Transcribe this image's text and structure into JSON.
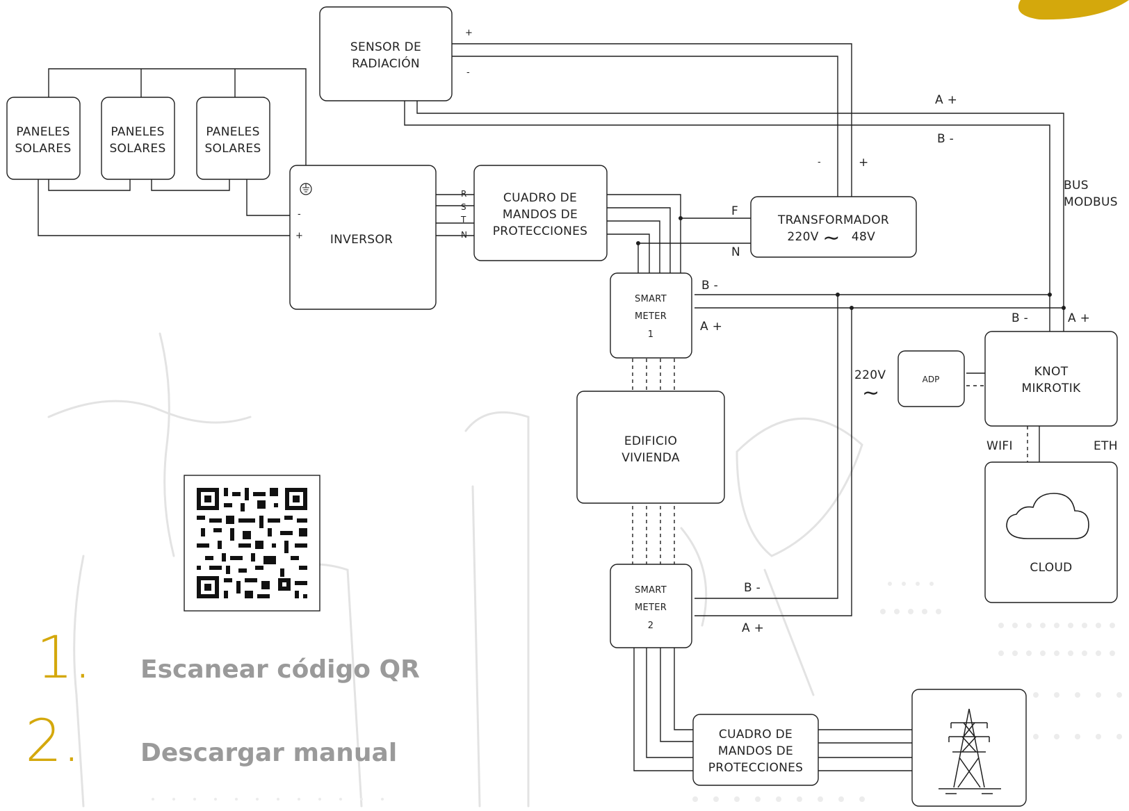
{
  "blocks": {
    "sensor": [
      "SENSOR DE",
      "RADIACIÓN"
    ],
    "panel": [
      "PANELES",
      "SOLARES"
    ],
    "inverter": "INVERSOR",
    "cuadro": [
      "CUADRO DE",
      "MANDOS DE",
      "PROTECCIONES"
    ],
    "transformer": [
      "TRANSFORMADOR",
      "220V",
      "48V"
    ],
    "smart_meter_1": [
      "SMART",
      "METER",
      "1"
    ],
    "smart_meter_2": [
      "SMART",
      "METER",
      "2"
    ],
    "building": [
      "EDIFICIO",
      "VIVIENDA"
    ],
    "adp": "ADP",
    "knot": [
      "KNOT",
      "MIKROTIK"
    ],
    "cloud": "CLOUD"
  },
  "labels": {
    "plus": "+",
    "minus": "-",
    "a_plus": "A +",
    "b_minus": "B -",
    "bus_modbus": [
      "BUS",
      "MODBUS"
    ],
    "phases": [
      "R",
      "S",
      "T",
      "N"
    ],
    "f": "F",
    "n": "N",
    "v220": "220V",
    "tilde": "∼",
    "wifi": "WIFI",
    "eth": "ETH"
  },
  "steps": [
    {
      "number": "1.",
      "text": "Escanear código QR"
    },
    {
      "number": "2.",
      "text": "Descargar manual"
    }
  ],
  "colors": {
    "accent": "#d4a80c",
    "line": "#1e1e1e",
    "step_text": "#9a9a9a"
  },
  "icons": [
    "qr-code-icon",
    "cloud-icon",
    "power-tower-icon",
    "ground-icon"
  ]
}
